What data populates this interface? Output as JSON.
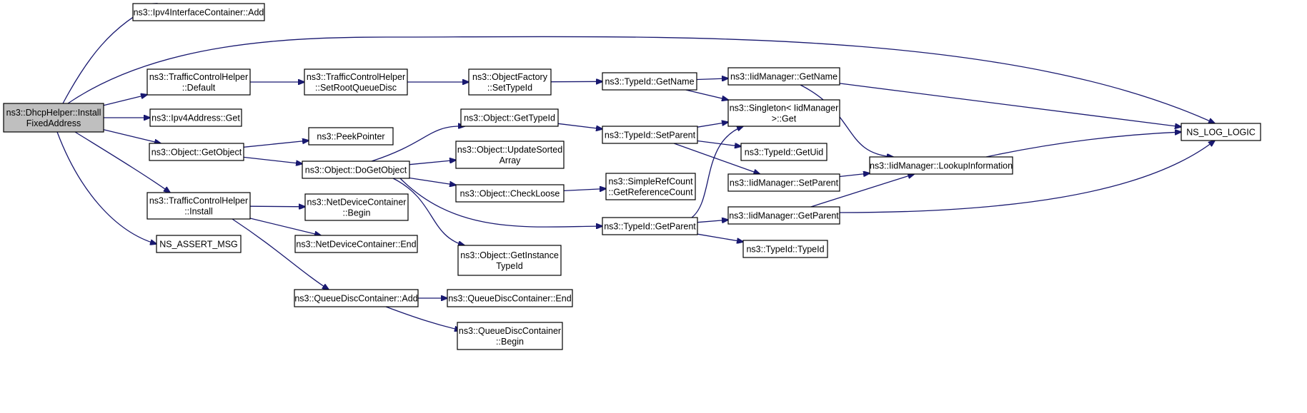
{
  "graph": {
    "nodes": [
      {
        "id": "install",
        "lines": [
          "ns3::DhcpHelper::Install",
          "FixedAddress"
        ],
        "root": true
      },
      {
        "id": "ipv4ic_add",
        "lines": [
          "ns3::Ipv4InterfaceContainer::Add"
        ]
      },
      {
        "id": "tch_default",
        "lines": [
          "ns3::TrafficControlHelper",
          "::Default"
        ]
      },
      {
        "id": "tch_setroot",
        "lines": [
          "ns3::TrafficControlHelper",
          "::SetRootQueueDisc"
        ]
      },
      {
        "id": "of_settypeid",
        "lines": [
          "ns3::ObjectFactory",
          "::SetTypeId"
        ]
      },
      {
        "id": "tid_getname",
        "lines": [
          "ns3::TypeId::GetName"
        ]
      },
      {
        "id": "iid_getname",
        "lines": [
          "ns3::IidManager::GetName"
        ]
      },
      {
        "id": "ns_log_logic",
        "lines": [
          "NS_LOG_LOGIC"
        ]
      },
      {
        "id": "ipv4addr_get",
        "lines": [
          "ns3::Ipv4Address::Get"
        ]
      },
      {
        "id": "obj_gettypeid",
        "lines": [
          "ns3::Object::GetTypeId"
        ]
      },
      {
        "id": "tid_setparent",
        "lines": [
          "ns3::TypeId::SetParent"
        ]
      },
      {
        "id": "singleton_get",
        "lines": [
          "ns3::Singleton< IidManager",
          " >::Get"
        ]
      },
      {
        "id": "peekpointer",
        "lines": [
          "ns3::PeekPointer"
        ]
      },
      {
        "id": "obj_getobject",
        "lines": [
          "ns3::Object::GetObject"
        ]
      },
      {
        "id": "obj_dogetobject",
        "lines": [
          "ns3::Object::DoGetObject"
        ]
      },
      {
        "id": "obj_updatesorted",
        "lines": [
          "ns3::Object::UpdateSorted",
          "Array"
        ]
      },
      {
        "id": "tid_getuid",
        "lines": [
          "ns3::TypeId::GetUid"
        ]
      },
      {
        "id": "iid_lookup",
        "lines": [
          "ns3::IidManager::LookupInformation"
        ]
      },
      {
        "id": "obj_checkloose",
        "lines": [
          "ns3::Object::CheckLoose"
        ]
      },
      {
        "id": "src_getrefcount",
        "lines": [
          "ns3::SimpleRefCount",
          "::GetReferenceCount"
        ]
      },
      {
        "id": "iid_setparent",
        "lines": [
          "ns3::IidManager::SetParent"
        ]
      },
      {
        "id": "tch_install",
        "lines": [
          "ns3::TrafficControlHelper",
          "::Install"
        ]
      },
      {
        "id": "ndc_begin",
        "lines": [
          "ns3::NetDeviceContainer",
          "::Begin"
        ]
      },
      {
        "id": "tid_getparent",
        "lines": [
          "ns3::TypeId::GetParent"
        ]
      },
      {
        "id": "iid_getparent",
        "lines": [
          "ns3::IidManager::GetParent"
        ]
      },
      {
        "id": "ns_assert_msg",
        "lines": [
          "NS_ASSERT_MSG"
        ]
      },
      {
        "id": "ndc_end",
        "lines": [
          "ns3::NetDeviceContainer::End"
        ]
      },
      {
        "id": "tid_typeid",
        "lines": [
          "ns3::TypeId::TypeId"
        ]
      },
      {
        "id": "obj_getinstancetypeid",
        "lines": [
          "ns3::Object::GetInstance",
          "TypeId"
        ]
      },
      {
        "id": "qdc_add",
        "lines": [
          "ns3::QueueDiscContainer::Add"
        ]
      },
      {
        "id": "qdc_end",
        "lines": [
          "ns3::QueueDiscContainer::End"
        ]
      },
      {
        "id": "qdc_begin",
        "lines": [
          "ns3::QueueDiscContainer",
          "::Begin"
        ]
      }
    ],
    "edges": [
      {
        "from": "install",
        "to": "ipv4ic_add"
      },
      {
        "from": "install",
        "to": "ns_log_logic"
      },
      {
        "from": "install",
        "to": "tch_default"
      },
      {
        "from": "install",
        "to": "ipv4addr_get"
      },
      {
        "from": "install",
        "to": "obj_getobject"
      },
      {
        "from": "install",
        "to": "tch_install"
      },
      {
        "from": "install",
        "to": "ns_assert_msg"
      },
      {
        "from": "tch_default",
        "to": "tch_setroot"
      },
      {
        "from": "tch_setroot",
        "to": "of_settypeid"
      },
      {
        "from": "of_settypeid",
        "to": "tid_getname"
      },
      {
        "from": "tid_getname",
        "to": "iid_getname"
      },
      {
        "from": "tid_getname",
        "to": "singleton_get"
      },
      {
        "from": "iid_getname",
        "to": "ns_log_logic"
      },
      {
        "from": "iid_getname",
        "to": "iid_lookup"
      },
      {
        "from": "obj_getobject",
        "to": "peekpointer"
      },
      {
        "from": "obj_getobject",
        "to": "obj_dogetobject"
      },
      {
        "from": "obj_dogetobject",
        "to": "obj_gettypeid"
      },
      {
        "from": "obj_dogetobject",
        "to": "obj_updatesorted"
      },
      {
        "from": "obj_dogetobject",
        "to": "obj_checkloose"
      },
      {
        "from": "obj_dogetobject",
        "to": "tid_getparent"
      },
      {
        "from": "obj_dogetobject",
        "to": "obj_getinstancetypeid"
      },
      {
        "from": "obj_gettypeid",
        "to": "tid_setparent"
      },
      {
        "from": "tid_setparent",
        "to": "singleton_get"
      },
      {
        "from": "tid_setparent",
        "to": "tid_getuid"
      },
      {
        "from": "tid_setparent",
        "to": "iid_setparent"
      },
      {
        "from": "iid_setparent",
        "to": "iid_lookup"
      },
      {
        "from": "iid_lookup",
        "to": "ns_log_logic"
      },
      {
        "from": "obj_checkloose",
        "to": "src_getrefcount"
      },
      {
        "from": "tid_getparent",
        "to": "singleton_get"
      },
      {
        "from": "tid_getparent",
        "to": "iid_getparent"
      },
      {
        "from": "tid_getparent",
        "to": "tid_typeid"
      },
      {
        "from": "iid_getparent",
        "to": "iid_lookup"
      },
      {
        "from": "iid_getparent",
        "to": "ns_log_logic"
      },
      {
        "from": "tch_install",
        "to": "ndc_begin"
      },
      {
        "from": "tch_install",
        "to": "ndc_end"
      },
      {
        "from": "tch_install",
        "to": "qdc_add"
      },
      {
        "from": "qdc_add",
        "to": "qdc_end"
      },
      {
        "from": "qdc_add",
        "to": "qdc_begin"
      }
    ]
  }
}
